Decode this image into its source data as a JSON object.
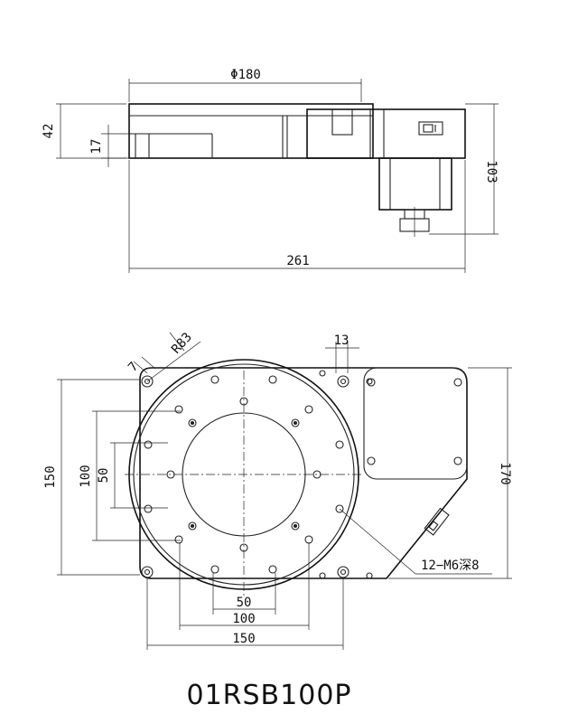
{
  "title": "01RSB100P",
  "side_view": {
    "dim_diameter": "Φ180",
    "dim_height_42": "42",
    "dim_height_17": "17",
    "dim_height_103": "103",
    "dim_length_261": "261"
  },
  "top_view": {
    "dim_7": "7",
    "dim_r83": "R83",
    "dim_13": "13",
    "dim_150_left": "150",
    "dim_100_left": "100",
    "dim_50_left": "50",
    "dim_170_right": "170",
    "dim_50_bottom": "50",
    "dim_100_bottom": "100",
    "dim_150_bottom": "150",
    "callout_holes": "12−M6深8"
  }
}
